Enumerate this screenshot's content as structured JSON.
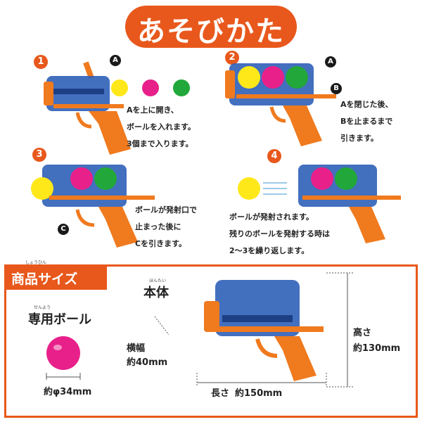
{
  "title": "あそびかた",
  "steps": [
    {
      "num": "1",
      "lines": [
        "Aを上に開き、",
        "ボールを入れます。",
        "3個まで入ります。"
      ],
      "callouts": [
        "A"
      ]
    },
    {
      "num": "2",
      "lines": [
        "Aを閉じた後、",
        "Bを止まるまで",
        "引きます。"
      ],
      "callouts": [
        "A",
        "B"
      ]
    },
    {
      "num": "3",
      "lines": [
        "ボールが発射口で",
        "止まった後に",
        "Cを引きます。"
      ],
      "callouts": [
        "C"
      ]
    },
    {
      "num": "4",
      "lines": [
        "ボールが発射されます。",
        "残りのボールを発射する時は",
        "2〜3を繰り返します。"
      ],
      "callouts": []
    }
  ],
  "size_section": {
    "heading": "商品サイズ",
    "heading_ruby": "しょうひん",
    "ball_title": "専用ボール",
    "ball_title_ruby": "せんよう",
    "ball_size": "約φ34mm",
    "body_title": "本体",
    "body_title_ruby": "ほんたい",
    "width_label": "横幅",
    "width_value": "約40mm",
    "height_label": "高さ",
    "height_value": "約130mm",
    "length_label": "長さ",
    "length_value": "約150mm"
  },
  "colors": {
    "accent": "#e8581c",
    "gun_body": "#2f5fb8",
    "gun_grip": "#f07a1e",
    "ball_yellow": "#ffe81a",
    "ball_pink": "#e8208a",
    "ball_green": "#22a83a"
  }
}
